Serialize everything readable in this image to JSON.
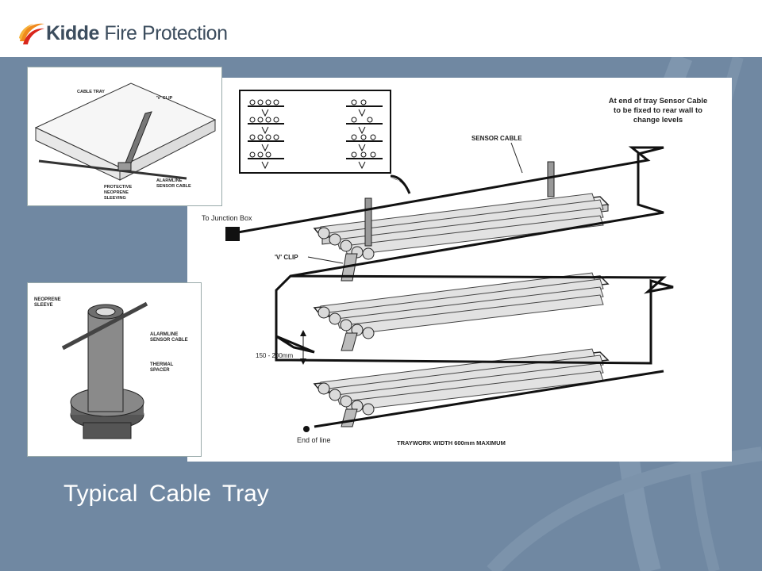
{
  "brand": {
    "logo_name": "Kidde",
    "logo_suffix": "Fire Protection",
    "colors": {
      "flame_orange": "#f08a1c",
      "flame_red": "#d9261c",
      "text": "#3c4d5e",
      "background": "#7088a2"
    }
  },
  "slide": {
    "title": "Typical Cable Tray"
  },
  "main_diagram": {
    "note_end_of_tray": [
      "At end of tray Sensor Cable",
      "to be fixed to rear wall to",
      "change levels"
    ],
    "label_sensor_cable": "SENSOR CABLE",
    "label_junction_box": "To Junction Box",
    "label_v_clip": "'V' CLIP",
    "label_spacing": "150 - 200mm",
    "label_end_of_line": "End of line",
    "label_traywork_width": "TRAYWORK WIDTH 600mm MAXIMUM"
  },
  "inset_tray_clip": {
    "label_cable_tray": "CABLE TRAY",
    "label_v_clip": "'V' CLIP",
    "label_neoprene": [
      "PROTECTIVE",
      "NEOPRENE",
      "SLEEVING"
    ],
    "label_alarmline": [
      "ALARMLINE",
      "SENSOR CABLE"
    ]
  },
  "inset_spacer": {
    "label_neoprene": [
      "NEOPRENE",
      "SLEEVE"
    ],
    "label_alarmline": [
      "ALARMLINE",
      "SENSOR CABLE"
    ],
    "label_thermal": [
      "THERMAL",
      "SPACER"
    ]
  }
}
